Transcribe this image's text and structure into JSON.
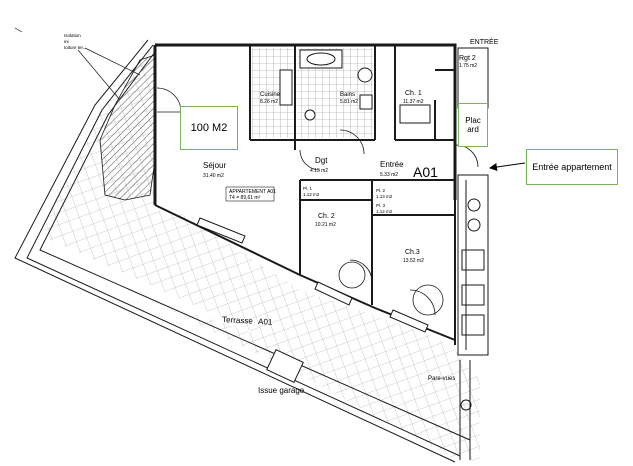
{
  "rooms": {
    "sejour": {
      "name": "Séjour",
      "area": "31.40 m2"
    },
    "cuisine": {
      "name": "Cuisine",
      "area": "8.26 m2"
    },
    "bains": {
      "name": "Bains",
      "area": "5.81 m2"
    },
    "dgt": {
      "name": "Dgt",
      "area": "4.15 m2"
    },
    "entree": {
      "name": "Entrée",
      "area": "5.33 m2"
    },
    "ch1": {
      "name": "Ch. 1",
      "area": "11.37 m2"
    },
    "ch2": {
      "name": "Ch. 2",
      "area": "10.21 m2"
    },
    "ch3": {
      "name": "Ch.3",
      "area": "13.52 m2"
    },
    "rgt2": {
      "name": "Rgt 2",
      "area": "1.75 m2"
    },
    "pl1": {
      "name": "Pl. 1",
      "area": "1.12 m2"
    },
    "pl2": {
      "name": "Pl. 2",
      "area": "1.13 m2"
    },
    "pl3": {
      "name": "Pl. 3",
      "area": "1.12 m2"
    }
  },
  "unit_code": "A01",
  "apartment_box": {
    "line1": "APPARTEMENT A01",
    "line2": "T4 = 89,61 m²"
  },
  "terrace": {
    "name": "Terrasse",
    "code": "A01"
  },
  "issue_garage": "Issue garage",
  "pare_vues": "Pare-vues",
  "top_note": {
    "line1": "Isolation",
    "line2": "ex",
    "line3": "toiture ter..."
  },
  "edge_label": "ENTRÉE",
  "callouts": {
    "area": "100 M2",
    "placard_line1": "Plac",
    "placard_line2": "ard",
    "entree_appartement": "Entrée appartement"
  },
  "colors": {
    "wall": "#1a1a1a",
    "hatch": "#555555",
    "callout_border": "#7ab55c",
    "arrow": "#000000"
  }
}
